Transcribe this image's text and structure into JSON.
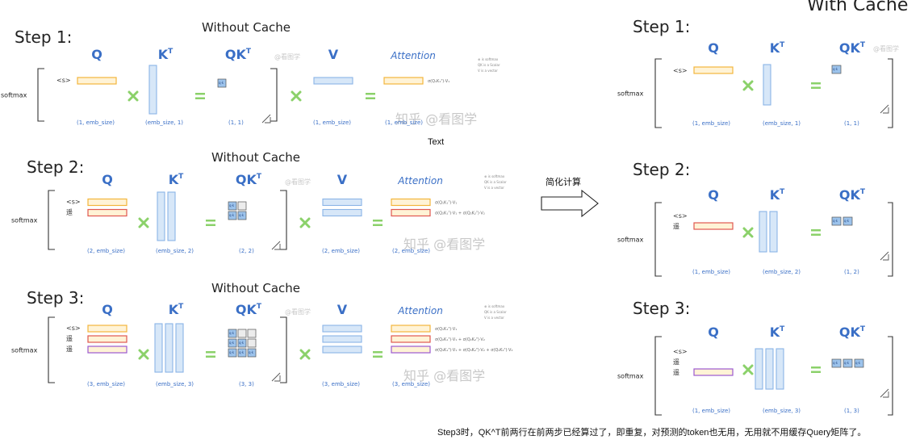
{
  "left_title": "Without Cache",
  "right_title": "With Cache",
  "softmax_label": "softmax",
  "matrix_labels": {
    "q": "Q",
    "k": "K",
    "kt_sup": "T",
    "qk": "QK",
    "v": "V",
    "attention": "Attention"
  },
  "tokens": {
    "start": "<s>",
    "t2": "遥",
    "t3": "遥"
  },
  "legend": [
    "⊕ is softmax",
    "QK is a Scalar",
    "V is a vector"
  ],
  "watermark": "知乎 @看图学",
  "watermark_small": "@看图学",
  "text_label": "Text",
  "arrow_label": "简化计算",
  "footer_note": "Step3时，QK^T前两行在前两步已经算过了，即重复，对预测的token也无用，无用就不用缓存Query矩阵了。",
  "left_steps": [
    {
      "title": "Step 1:",
      "dims": {
        "q": "(1, emb_size)",
        "k": "(emb_size, 1)",
        "qk": "(1, 1)",
        "v": "(1, emb_size)",
        "att": "(1, emb_size)"
      },
      "attention_eqs": [
        "σ(Q₁K₁ᵀ)·V₁"
      ]
    },
    {
      "title": "Step 2:",
      "dims": {
        "q": "(2, emb_size)",
        "k": "(emb_size, 2)",
        "qk": "(2, 2)",
        "v": "(2, emb_size)",
        "att": "(2, emb_size)"
      },
      "attention_eqs": [
        "σ(Q₁K₁ᵀ)·V₁",
        "σ(Q₂K₁ᵀ)·V₁ + σ(Q₂K₂ᵀ)·V₂"
      ]
    },
    {
      "title": "Step 3:",
      "dims": {
        "q": "(3, emb_size)",
        "k": "(emb_size, 3)",
        "qk": "(3, 3)",
        "v": "(3, emb_size)",
        "att": "(3, emb_size)"
      },
      "attention_eqs": [
        "σ(Q₁K₁ᵀ)·V₁",
        "σ(Q₂K₁ᵀ)·V₁ + σ(Q₂K₂ᵀ)·V₂",
        "σ(Q₃K₁ᵀ)·V₁ + σ(Q₃K₂ᵀ)·V₂ + σ(Q₃K₃ᵀ)·V₃"
      ]
    }
  ],
  "right_steps": [
    {
      "title": "Step 1:",
      "dims": {
        "q": "(1, emb_size)",
        "k": "(emb_size, 1)",
        "qk": "(1, 1)"
      }
    },
    {
      "title": "Step 2:",
      "dims": {
        "q": "(1, emb_size)",
        "k": "(emb_size, 2)",
        "qk": "(1, 2)"
      }
    },
    {
      "title": "Step 3:",
      "dims": {
        "q": "(1, emb_size)",
        "k": "(emb_size, 3)",
        "qk": "(1, 3)"
      }
    }
  ],
  "cell_text": "q·k",
  "colors": {
    "yellow": "#f2b63c",
    "red": "#e0584f",
    "purple": "#9b59d0",
    "blue": "#8ab4e6",
    "blue_fill": "#d7e7f8",
    "green": "#8bd16a",
    "dark_blue": "#3a6fc6"
  }
}
